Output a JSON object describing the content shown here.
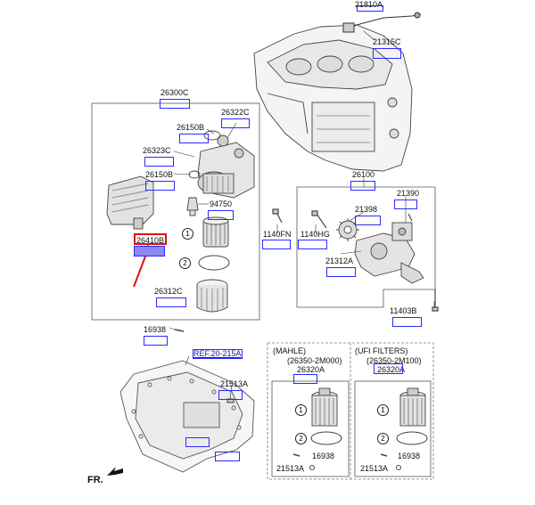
{
  "diagram_title": "",
  "parts": {
    "p21810A": "21810A",
    "p21315C": "21315C",
    "p26300C": "26300C",
    "p26322C": "26322C",
    "p26150B_a": "26150B",
    "p26323C": "26323C",
    "p26150B_b": "26150B",
    "p94750": "94750",
    "p26410B": "26410B",
    "p26312C": "26312C",
    "p26100": "26100",
    "p21390": "21390",
    "p21398": "21398",
    "p1140FN": "1140FN",
    "p1140HG": "1140HG",
    "p21312A": "21312A",
    "p11403B": "11403B",
    "p16938": "16938",
    "ref": "REF.20-215A",
    "p21513A": "21513A",
    "fr": "FR."
  },
  "callouts": {
    "one": "1",
    "two": "2"
  },
  "mahle": {
    "title": "(MAHLE)",
    "pn": "(26350-2M000)",
    "part": "26320A",
    "seal": "16938",
    "plug": "21513A"
  },
  "ufi": {
    "title": "(UFI FILTERS)",
    "pn": "(26350-2M100)",
    "part": "26320A",
    "seal": "16938",
    "plug": "21513A"
  },
  "colors": {
    "hotspot": "#2a2aff",
    "highlight": "#e01010",
    "arrow": "#e01010",
    "hotspot_fill": "#8a8af0"
  }
}
